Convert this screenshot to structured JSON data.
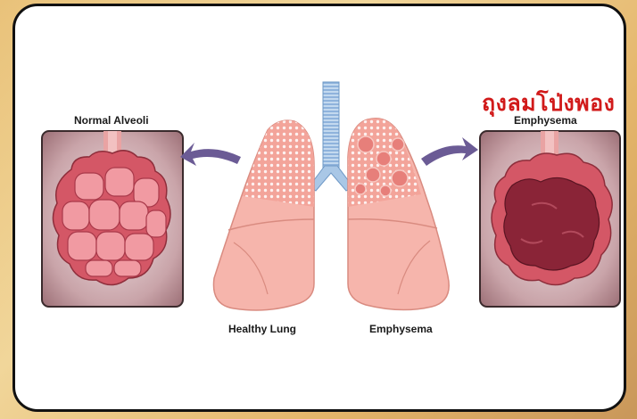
{
  "labels": {
    "normal_alveoli": "Normal Alveoli",
    "emphysema_top": "Emphysema",
    "healthy_lung": "Healthy Lung",
    "emphysema_bottom": "Emphysema",
    "thai_title": "ถุงลมโป่งพอง"
  },
  "colors": {
    "thai_title": "#d11a1a",
    "lung_fill": "#f6b5ac",
    "lung_outline": "#d98b80",
    "trachea": "#a9c7e6",
    "arrow": "#6b5b95",
    "panel_bg": "#b98e93",
    "alveoli_fill": "#e8808a",
    "emphysema_fill": "#8a2437"
  }
}
